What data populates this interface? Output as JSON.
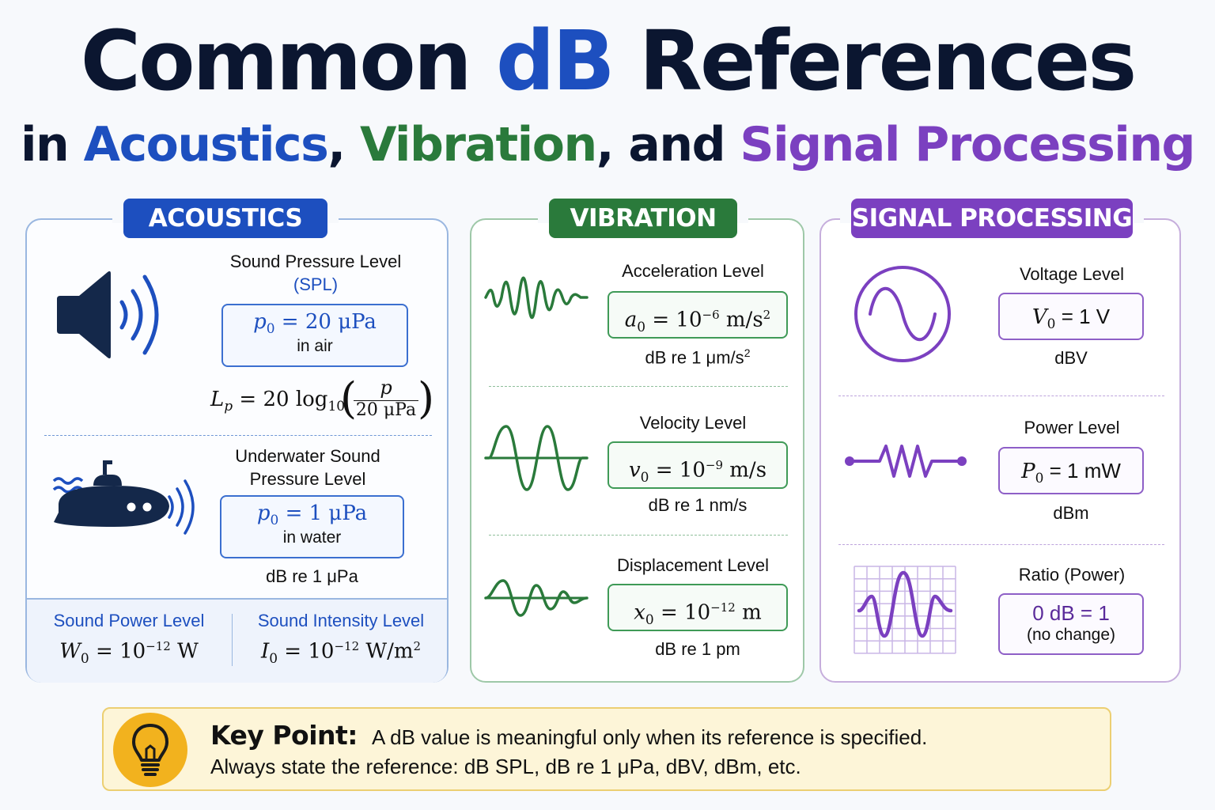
{
  "title": {
    "part1": "Common ",
    "part2": "dB",
    "part3": " References",
    "colors": {
      "dark": "#0b1630",
      "blue": "#1d4fbf"
    }
  },
  "subtitle": {
    "in": "in ",
    "acoustics": "Acoustics",
    "comma1": ", ",
    "vibration": "Vibration",
    "and": ", and ",
    "signal": "Signal Processing",
    "colors": {
      "acoustics": "#1d4fbf",
      "vibration": "#2a7a3b",
      "signal": "#7b40c0"
    }
  },
  "acoustics": {
    "tab": "ACOUSTICS",
    "color": "#1d4fbf",
    "spl": {
      "label_line1": "Sound Pressure Level",
      "label_line2": "(SPL)",
      "ref_symbol": "p",
      "ref_index": "0",
      "ref_value": " = 20 μPa",
      "medium": "in air",
      "eq_lhs": "L",
      "eq_lhs_index": "p",
      "eq_mid": " = 20 log",
      "eq_log_index": "10",
      "eq_num": "p",
      "eq_den": "20 μPa",
      "icon": "speaker-icon"
    },
    "underwater": {
      "label_line1": "Underwater Sound",
      "label_line2": "Pressure Level",
      "ref_symbol": "p",
      "ref_index": "0",
      "ref_value": " = 1 μPa",
      "medium": "in water",
      "unit": "dB re 1 μPa",
      "icon": "submarine-icon"
    },
    "power": {
      "label": "Sound Power Level",
      "symbol": "W",
      "index": "0",
      "value": " = 10",
      "exp": "−12",
      "unit": " W"
    },
    "intensity": {
      "label": "Sound Intensity Level",
      "symbol": "I",
      "index": "0",
      "value": " = 10",
      "exp": "−12",
      "unit": " W/m",
      "unit_exp": "2"
    }
  },
  "vibration": {
    "tab": "VIBRATION",
    "color": "#2a7a3b",
    "items": [
      {
        "label": "Acceleration Level",
        "symbol": "a",
        "index": "0",
        "value": " = 10",
        "exp": "−6",
        "unit": " m/s",
        "unit_exp": "2",
        "ref": "dB re 1 μm/s",
        "ref_exp": "2",
        "icon": "wave-packet-icon"
      },
      {
        "label": "Velocity Level",
        "symbol": "v",
        "index": "0",
        "value": " = 10",
        "exp": "−9",
        "unit": " m/s",
        "unit_exp": "",
        "ref": "dB re 1 nm/s",
        "ref_exp": "",
        "icon": "sine-wave-icon"
      },
      {
        "label": "Displacement Level",
        "symbol": "x",
        "index": "0",
        "value": " = 10",
        "exp": "−12",
        "unit": " m",
        "unit_exp": "",
        "ref": "dB re 1 pm",
        "ref_exp": "",
        "icon": "damped-wave-icon"
      }
    ]
  },
  "signal": {
    "tab": "SIGNAL PROCESSING",
    "color": "#7b40c0",
    "items": [
      {
        "label": "Voltage Level",
        "symbol": "V",
        "index": "0",
        "value": " = 1 V",
        "unit": "dBV",
        "icon": "ac-source-icon"
      },
      {
        "label": "Power Level",
        "symbol": "P",
        "index": "0",
        "value": " = 1 mW",
        "unit": "dBm",
        "icon": "resistor-icon"
      },
      {
        "label": "Ratio (Power)",
        "line1": "0 dB = 1",
        "line2": "(no change)",
        "icon": "oscilloscope-icon"
      }
    ]
  },
  "key_point": {
    "heading": "Key Point:",
    "line1": "A dB value is meaningful only when its reference is specified.",
    "line2": "Always state the reference: dB SPL, dB re 1 μPa, dBV, dBm, etc.",
    "icon": "lightbulb-icon",
    "accent": "#f2b21e"
  }
}
